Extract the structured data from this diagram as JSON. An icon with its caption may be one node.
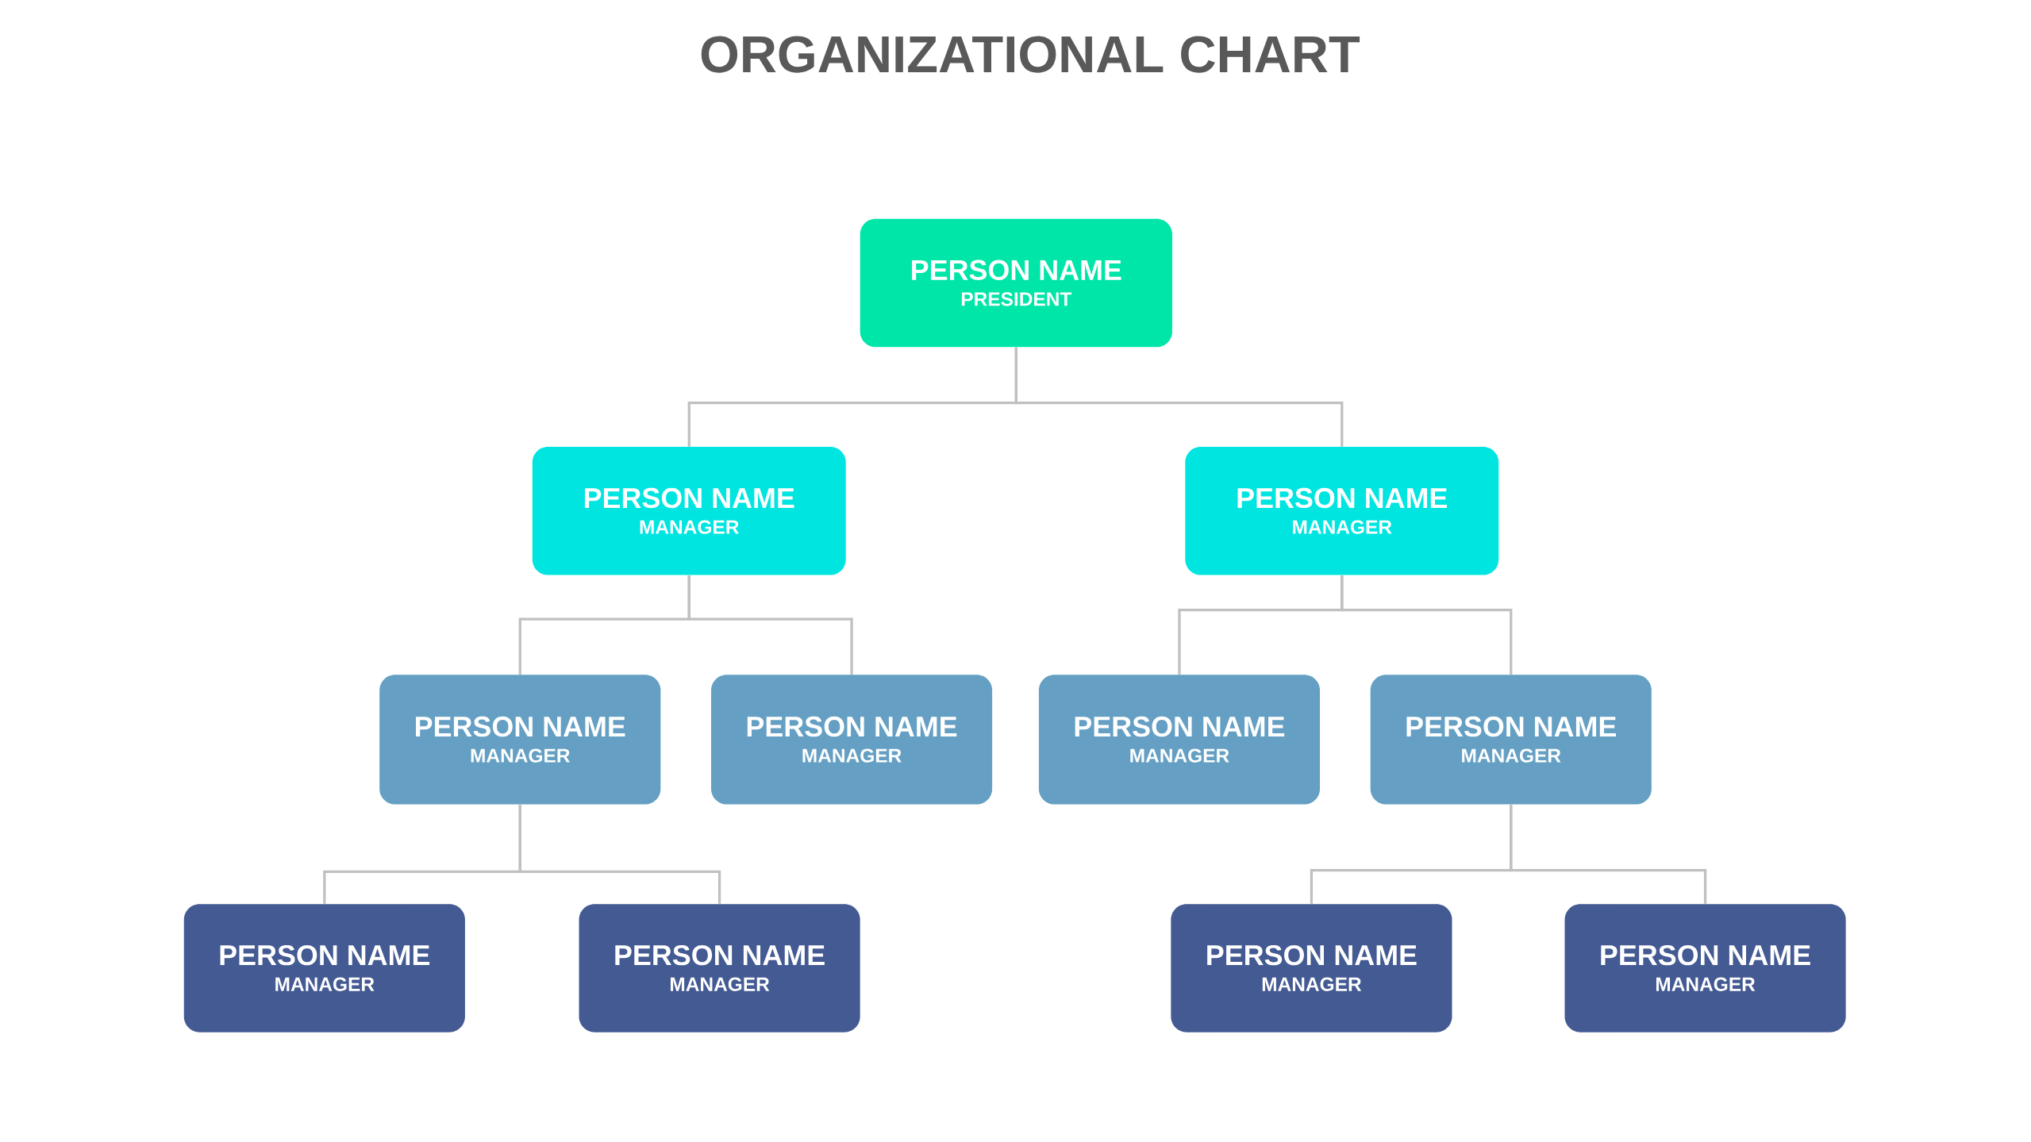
{
  "diagram": {
    "title": "ORGANIZATIONAL CHART",
    "nodes": [
      {
        "text": [
          "PERSON NAME",
          "PRESIDENT"
        ]
      },
      {
        "text": [
          "PERSON NAME",
          "MANAGER"
        ]
      },
      {
        "text": [
          "PERSON NAME",
          "MANAGER"
        ]
      },
      {
        "text": [
          "PERSON NAME",
          "MANAGER"
        ]
      },
      {
        "text": [
          "PERSON NAME",
          "MANAGER"
        ]
      },
      {
        "text": [
          "PERSON NAME",
          "MANAGER"
        ]
      },
      {
        "text": [
          "PERSON NAME",
          "MANAGER"
        ]
      },
      {
        "text": [
          "PERSON NAME",
          "MANAGER"
        ]
      },
      {
        "text": [
          "PERSON NAME",
          "MANAGER"
        ]
      },
      {
        "text": [
          "PERSON NAME",
          "MANAGER"
        ]
      },
      {
        "text": [
          "PERSON NAME",
          "MANAGER"
        ]
      }
    ],
    "edges": [
      {
        "from": 0,
        "to": 1,
        "arrow": "none"
      },
      {
        "from": 0,
        "to": 2,
        "arrow": "none"
      },
      {
        "from": 1,
        "to": 3,
        "arrow": "none"
      },
      {
        "from": 1,
        "to": 4,
        "arrow": "none"
      },
      {
        "from": 2,
        "to": 5,
        "arrow": "none"
      },
      {
        "from": 2,
        "to": 6,
        "arrow": "none"
      },
      {
        "from": 3,
        "to": 7,
        "arrow": "none"
      },
      {
        "from": 3,
        "to": 8,
        "arrow": "none"
      },
      {
        "from": 6,
        "to": 9,
        "arrow": "none"
      },
      {
        "from": 6,
        "to": 10,
        "arrow": "none"
      }
    ]
  }
}
